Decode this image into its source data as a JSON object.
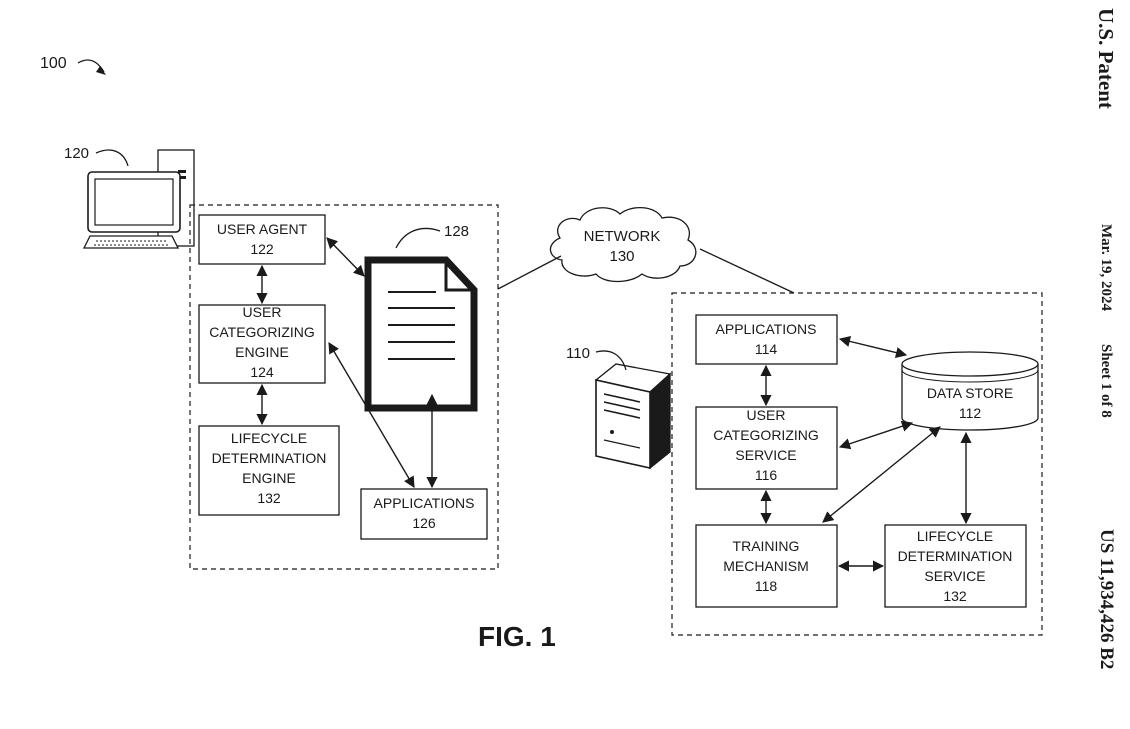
{
  "figure_ref": "100",
  "header": {
    "publisher": "U.S. Patent",
    "date": "Mar. 19, 2024",
    "sheet": "Sheet 1 of 8",
    "patent_number": "US 11,934,426 B2"
  },
  "client": {
    "ref": "120",
    "user_agent": {
      "line1": "USER AGENT",
      "ref": "122"
    },
    "categorizing_engine": {
      "line1": "USER",
      "line2": "CATEGORIZING",
      "line3": "ENGINE",
      "ref": "124"
    },
    "lifecycle_engine": {
      "line1": "LIFECYCLE",
      "line2": "DETERMINATION",
      "line3": "ENGINE",
      "ref": "132"
    },
    "applications": {
      "line1": "APPLICATIONS",
      "ref": "126"
    },
    "document_ref": "128"
  },
  "network": {
    "label": "NETWORK",
    "ref": "130"
  },
  "server": {
    "ref": "110",
    "applications": {
      "line1": "APPLICATIONS",
      "ref": "114"
    },
    "categorizing_service": {
      "line1": "USER",
      "line2": "CATEGORIZING",
      "line3": "SERVICE",
      "ref": "116"
    },
    "training": {
      "line1": "TRAINING",
      "line2": "MECHANISM",
      "ref": "118"
    },
    "lifecycle_service": {
      "line1": "LIFECYCLE",
      "line2": "DETERMINATION",
      "line3": "SERVICE",
      "ref": "132"
    },
    "data_store": {
      "line1": "DATA STORE",
      "ref": "112"
    }
  },
  "caption": "FIG. 1"
}
